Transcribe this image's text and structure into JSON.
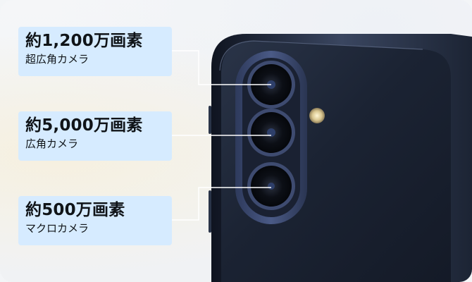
{
  "labels": [
    {
      "title": "約1,200万画素",
      "subtitle": "超広角カメラ"
    },
    {
      "title": "約5,000万画素",
      "subtitle": "広角カメラ"
    },
    {
      "title": "約500万画素",
      "subtitle": "マクロカメラ"
    }
  ],
  "colors": {
    "label_bg": "#d6ebff",
    "phone_body": "#1b2333",
    "camera_ring": "#3c4a72",
    "leader_line": "#ffffff"
  }
}
